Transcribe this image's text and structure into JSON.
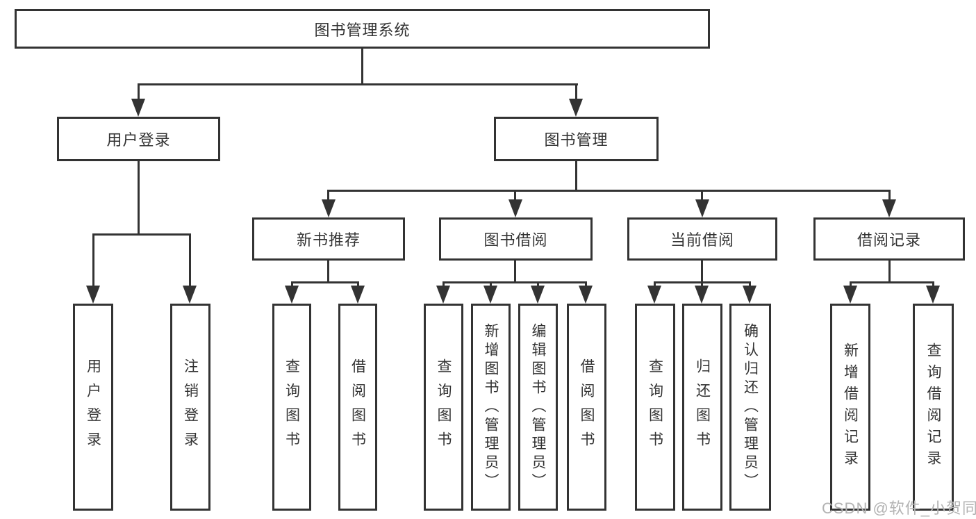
{
  "diagram": {
    "title": "图书管理系统",
    "nodes": {
      "root": "图书管理系统",
      "user_login": "用户登录",
      "book_mgmt": "图书管理",
      "new_book_rec": "新书推荐",
      "book_borrow": "图书借阅",
      "current_borrow": "当前借阅",
      "borrow_record": "借阅记录",
      "leaf_user_login": "用户登录",
      "leaf_logout": "注销登录",
      "leaf_nbr_query": "查询图书",
      "leaf_nbr_borrow": "借阅图书",
      "leaf_bb_query": "查询图书",
      "leaf_bb_add": "新增图书（管理员）",
      "leaf_bb_edit": "编辑图书（管理员）",
      "leaf_bb_borrow": "借阅图书",
      "leaf_cb_query": "查询图书",
      "leaf_cb_return": "归还图书",
      "leaf_cb_confirm": "确认归还（管理员）",
      "leaf_br_add": "新增借阅记录",
      "leaf_br_query": "查询借阅记录"
    },
    "structure": {
      "图书管理系统": {
        "用户登录": [
          "用户登录",
          "注销登录"
        ],
        "图书管理": {
          "新书推荐": [
            "查询图书",
            "借阅图书"
          ],
          "图书借阅": [
            "查询图书",
            "新增图书（管理员）",
            "编辑图书（管理员）",
            "借阅图书"
          ],
          "当前借阅": [
            "查询图书",
            "归还图书",
            "确认归还（管理员）"
          ],
          "借阅记录": [
            "新增借阅记录",
            "查询借阅记录"
          ]
        }
      }
    },
    "colors": {
      "line": "#333333",
      "box_border": "#333333",
      "text": "#333333",
      "background": "#ffffff",
      "watermark": "#b3b3b3"
    }
  },
  "watermark": "CSDN @软件_小贺同学"
}
